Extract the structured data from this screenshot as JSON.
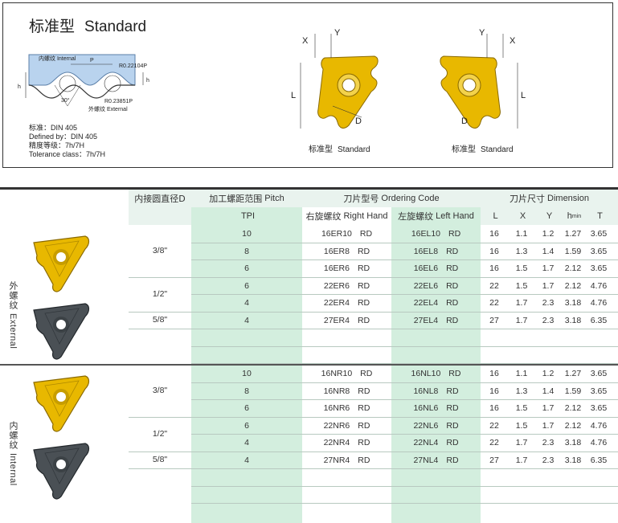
{
  "header": {
    "title_cn": "标准型",
    "title_en": "Standard"
  },
  "profile": {
    "internal_label": "内螺纹 Internal",
    "external_label": "外螺纹 External",
    "p_label": "P",
    "r1_label": "R0.22104P",
    "r2_label": "R0.23851P",
    "angle_label": "30°",
    "h_label": "h"
  },
  "standard_info": [
    "标准：DIN 405",
    "Defined by：DIN 405",
    "精度等级：7h/7H",
    "Tolerance class：7h/7H"
  ],
  "diagrams": [
    {
      "caption_cn": "标准型",
      "caption_en": "Standard",
      "x_label": "X",
      "y_label": "Y",
      "l_label": "L",
      "d_label": "D"
    },
    {
      "caption_cn": "标准型",
      "caption_en": "Standard",
      "x_label": "X",
      "y_label": "Y",
      "l_label": "L",
      "d_label": "D"
    }
  ],
  "table": {
    "headers": {
      "bore_cn": "内接圆直径D",
      "pitch_cn": "加工螺距范围",
      "pitch_en": "Pitch",
      "code_cn": "刀片型号",
      "code_en": "Ordering Code",
      "dim_cn": "刀片尺寸",
      "dim_en": "Dimension",
      "tpi": "TPI",
      "rh_cn": "右旋螺纹",
      "rh_en": "Right Hand",
      "lh_cn": "左旋螺纹",
      "lh_en": "Left Hand",
      "L": "L",
      "X": "X",
      "Y": "Y",
      "hmin_h": "h",
      "hmin_sub": "min",
      "T": "T"
    },
    "sections": [
      {
        "label_cn": "外螺纹",
        "label_en": "External",
        "groups": [
          {
            "bore": "3/8\"",
            "rows": [
              {
                "tpi": "10",
                "rh": "16ER10",
                "rh_suffix": "RD",
                "lh": "16EL10",
                "lh_suffix": "RD",
                "L": "16",
                "X": "1.1",
                "Y": "1.2",
                "hmin": "1.27",
                "T": "3.65"
              },
              {
                "tpi": "8",
                "rh": "16ER8",
                "rh_suffix": "RD",
                "lh": "16EL8",
                "lh_suffix": "RD",
                "L": "16",
                "X": "1.3",
                "Y": "1.4",
                "hmin": "1.59",
                "T": "3.65"
              },
              {
                "tpi": "6",
                "rh": "16ER6",
                "rh_suffix": "RD",
                "lh": "16EL6",
                "lh_suffix": "RD",
                "L": "16",
                "X": "1.5",
                "Y": "1.7",
                "hmin": "2.12",
                "T": "3.65"
              }
            ]
          },
          {
            "bore": "1/2\"",
            "rows": [
              {
                "tpi": "6",
                "rh": "22ER6",
                "rh_suffix": "RD",
                "lh": "22EL6",
                "lh_suffix": "RD",
                "L": "22",
                "X": "1.5",
                "Y": "1.7",
                "hmin": "2.12",
                "T": "4.76"
              },
              {
                "tpi": "4",
                "rh": "22ER4",
                "rh_suffix": "RD",
                "lh": "22EL4",
                "lh_suffix": "RD",
                "L": "22",
                "X": "1.7",
                "Y": "2.3",
                "hmin": "3.18",
                "T": "4.76"
              }
            ]
          },
          {
            "bore": "5/8\"",
            "rows": [
              {
                "tpi": "4",
                "rh": "27ER4",
                "rh_suffix": "RD",
                "lh": "27EL4",
                "lh_suffix": "RD",
                "L": "27",
                "X": "1.7",
                "Y": "2.3",
                "hmin": "3.18",
                "T": "6.35"
              }
            ]
          }
        ]
      },
      {
        "label_cn": "内螺纹",
        "label_en": "Internal",
        "groups": [
          {
            "bore": "3/8\"",
            "rows": [
              {
                "tpi": "10",
                "rh": "16NR10",
                "rh_suffix": "RD",
                "lh": "16NL10",
                "lh_suffix": "RD",
                "L": "16",
                "X": "1.1",
                "Y": "1.2",
                "hmin": "1.27",
                "T": "3.65"
              },
              {
                "tpi": "8",
                "rh": "16NR8",
                "rh_suffix": "RD",
                "lh": "16NL8",
                "lh_suffix": "RD",
                "L": "16",
                "X": "1.3",
                "Y": "1.4",
                "hmin": "1.59",
                "T": "3.65"
              },
              {
                "tpi": "6",
                "rh": "16NR6",
                "rh_suffix": "RD",
                "lh": "16NL6",
                "lh_suffix": "RD",
                "L": "16",
                "X": "1.5",
                "Y": "1.7",
                "hmin": "2.12",
                "T": "3.65"
              }
            ]
          },
          {
            "bore": "1/2\"",
            "rows": [
              {
                "tpi": "6",
                "rh": "22NR6",
                "rh_suffix": "RD",
                "lh": "22NL6",
                "lh_suffix": "RD",
                "L": "22",
                "X": "1.5",
                "Y": "1.7",
                "hmin": "2.12",
                "T": "4.76"
              },
              {
                "tpi": "4",
                "rh": "22NR4",
                "rh_suffix": "RD",
                "lh": "22NL4",
                "lh_suffix": "RD",
                "L": "22",
                "X": "1.7",
                "Y": "2.3",
                "hmin": "3.18",
                "T": "4.76"
              }
            ]
          },
          {
            "bore": "5/8\"",
            "rows": [
              {
                "tpi": "4",
                "rh": "27NR4",
                "rh_suffix": "RD",
                "lh": "27NL4",
                "lh_suffix": "RD",
                "L": "27",
                "X": "1.7",
                "Y": "2.3",
                "hmin": "3.18",
                "T": "6.35"
              }
            ]
          }
        ]
      }
    ]
  },
  "colors": {
    "gold": "#e8b800",
    "gold_dark": "#b08500",
    "steel": "#4a5055",
    "green_col": "#d3eede",
    "light_row": "#eef7f2",
    "header_bg": "#e9f3ee",
    "profile_blue": "#b9d3ee"
  }
}
